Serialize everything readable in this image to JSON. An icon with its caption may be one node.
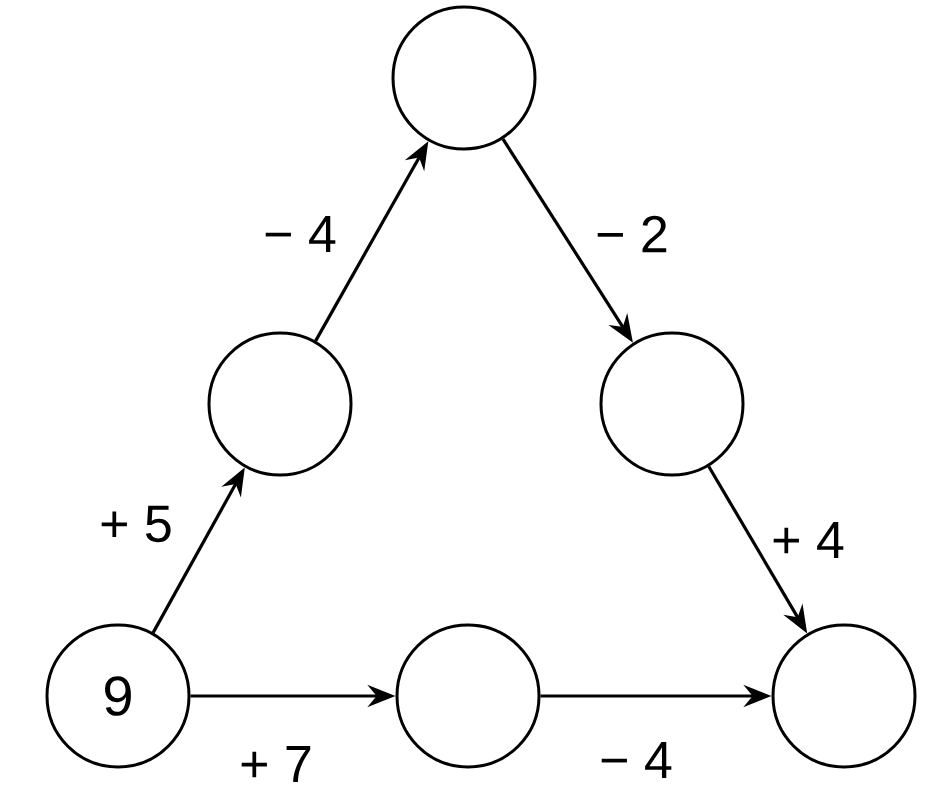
{
  "diagram": {
    "nodes": [
      {
        "text": [
          "9"
        ]
      },
      {
        "text": [],
        "shape": "circle"
      },
      {
        "text": [],
        "shape": "circle"
      },
      {
        "text": [],
        "shape": "circle"
      },
      {
        "text": [],
        "shape": "circle"
      },
      {
        "text": [],
        "shape": "circle"
      }
    ],
    "edges": [
      {
        "from": 0,
        "to": 1,
        "arrow": "to",
        "label": "+ 5"
      },
      {
        "from": 1,
        "to": 2,
        "arrow": "to",
        "label": "− 4"
      },
      {
        "from": 2,
        "to": 3,
        "arrow": "to",
        "label": "− 2"
      },
      {
        "from": 3,
        "to": 5,
        "arrow": "to",
        "label": "+ 4"
      },
      {
        "from": 0,
        "to": 4,
        "arrow": "to",
        "label": "+ 7"
      },
      {
        "from": 4,
        "to": 5,
        "arrow": "to",
        "label": "− 4"
      }
    ]
  }
}
